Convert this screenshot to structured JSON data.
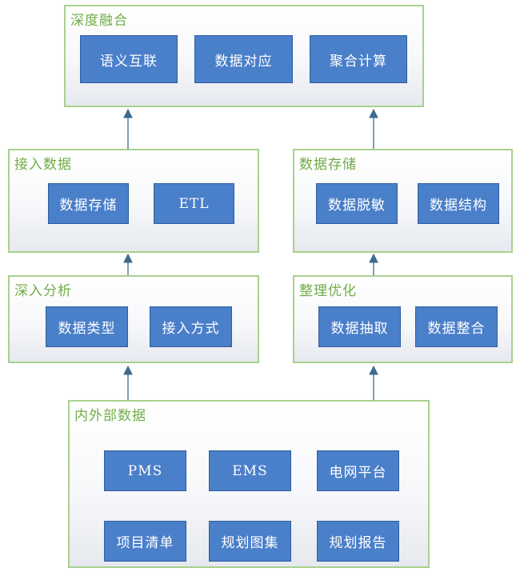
{
  "groups": {
    "fusion": {
      "title": "深度融合",
      "nodes": [
        "语义互联",
        "数据对应",
        "聚合计算"
      ]
    },
    "access": {
      "title": "接入数据",
      "nodes": [
        "数据存储",
        "ETL"
      ]
    },
    "storage": {
      "title": "数据存储",
      "nodes": [
        "数据脱敏",
        "数据结构"
      ]
    },
    "analysis": {
      "title": "深入分析",
      "nodes": [
        "数据类型",
        "接入方式"
      ]
    },
    "optimize": {
      "title": "整理优化",
      "nodes": [
        "数据抽取",
        "数据整合"
      ]
    },
    "sources": {
      "title": "内外部数据",
      "nodes": [
        "PMS",
        "EMS",
        "电网平台",
        "项目清单",
        "规划图集",
        "规划报告"
      ]
    }
  },
  "colors": {
    "group_border": "#a9d18e",
    "group_title": "#70ad47",
    "node_fill": "#4a7fc9",
    "node_text": "#ffffff",
    "arrow": "#3d6a8f"
  }
}
